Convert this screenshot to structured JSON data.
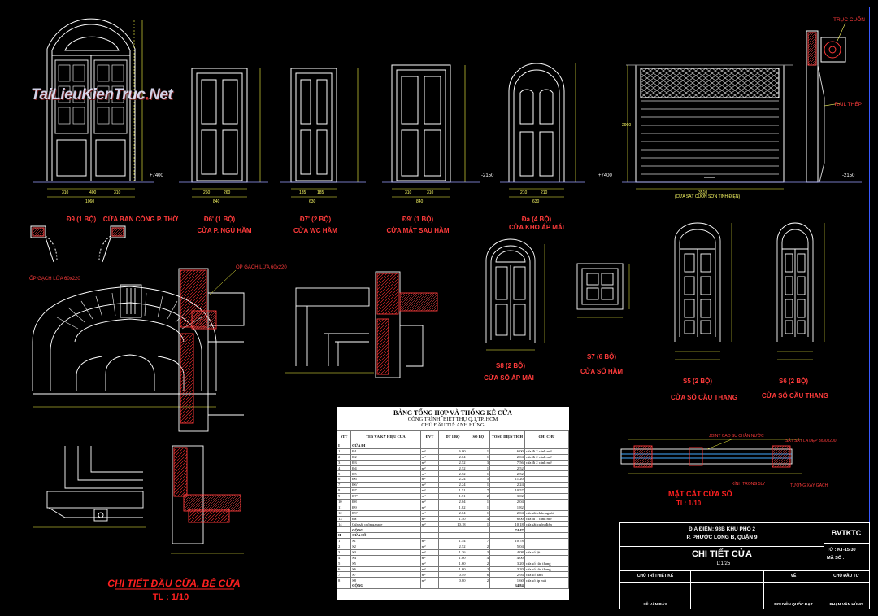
{
  "watermark": {
    "brand_a": "TaiLieuKienTruc",
    "brand_dot": ".",
    "brand_b": "Net"
  },
  "doors": [
    {
      "code": "Đ9 (1 BỘ)",
      "name": "CỬA BAN CÔNG P. THỜ"
    },
    {
      "code": "Đ6' (1 BỘ)",
      "name": "CỬA P. NGỦ HẦM"
    },
    {
      "code": "Đ7' (2 BỘ)",
      "name": "CỬA WC HẦM"
    },
    {
      "code": "Đ9' (1 BỘ)",
      "name": "CỬA MẶT SAU HẦM"
    },
    {
      "code": "Đa (4 BỘ)",
      "name": "CỬA KHO ÁP MÁI"
    }
  ],
  "rolling_door": {
    "caption": "(CỬA SẮT CUỐN SƠN TĨNH ĐIỆN)",
    "truc_cuon": "TRỤC CUỐN",
    "rail": "RAIL THÉP",
    "width": "3510",
    "height": "2900"
  },
  "elevations": {
    "e1": "+7400",
    "e2": "-2150",
    "e3": "+7400",
    "e4": "-2150"
  },
  "windows": [
    {
      "code": "S8 (2 BỘ)",
      "name": "CỬA SỔ ÁP MÁI"
    },
    {
      "code": "S7 (6 BỘ)",
      "name": "CỬA SỔ HẦM"
    },
    {
      "code": "S5 (2 BỘ)",
      "name": "CỬA SỔ CẦU THANG"
    },
    {
      "code": "S6 (2 BỘ)",
      "name": "CỬA SỔ CẦU THANG"
    }
  ],
  "details": {
    "op_gach_1": "ỐP GẠCH LỬA 60x220",
    "op_gach_2": "ỐP GẠCH LỬA 60x220",
    "head_title": "CHI TIẾT ĐẦU CỬA, BỆ CỬA",
    "head_scale": "TL : 1/10",
    "section_title": "MẶT CẮT CỬA SỔ",
    "section_scale": "TL: 1/10",
    "sec_note1": "JOINT CAO SU CHẮN NƯỚC",
    "sec_note2": "SẮT SẮT LA DẸP 3x30x200",
    "sec_note3": "KÍNH TRONG 5LY",
    "sec_note4": "TƯỜNG XÂY GẠCH"
  },
  "schedule": {
    "title": "BẢNG TỔNG HỢP VÀ THỐNG KÊ CỬA",
    "project": "CÔNG TRÌNH: BIỆT THỰ Q.1,TP. HCM",
    "owner": "CHỦ ĐẦU TƯ: ANH HÙNG",
    "headers": [
      "STT",
      "TÊN VÀ KÝ HIỆU CỬA",
      "ĐVT",
      "DT 1 BỘ",
      "SỐ BỘ",
      "TỔNG DIỆN TÍCH",
      "GHI CHÚ"
    ],
    "rows": [
      [
        "I",
        "CỬA ĐI",
        "",
        "",
        "",
        "",
        ""
      ],
      [
        "1",
        "Đ1",
        "m²",
        "6.00",
        "1",
        "6.00",
        "cửa đi 2 cánh mở"
      ],
      [
        "2",
        "Đ2",
        "m²",
        "2.04",
        "1",
        "2.04",
        "cửa đi 2 cánh mở"
      ],
      [
        "3",
        "Đ3",
        "m²",
        "2.52",
        "3",
        "7.56",
        "cửa đi 2 cánh mở"
      ],
      [
        "4",
        "Đ4",
        "m²",
        "2.52",
        "1",
        "2.52",
        ""
      ],
      [
        "5",
        "Đ5",
        "m²",
        "2.52",
        "1",
        "2.52",
        ""
      ],
      [
        "6",
        "Đ6",
        "m²",
        "2.24",
        "5",
        "11.20",
        ""
      ],
      [
        "7",
        "Đ6'",
        "m²",
        "2.24",
        "1",
        "2.24",
        ""
      ],
      [
        "8",
        "Đ7",
        "m²",
        "1.51",
        "7",
        "10.57",
        ""
      ],
      [
        "9",
        "Đ7'",
        "m²",
        "1.51",
        "2",
        "3.02",
        ""
      ],
      [
        "10",
        "Đ8",
        "m²",
        "2.04",
        "1",
        "2.04",
        ""
      ],
      [
        "11",
        "Đ9",
        "m²",
        "1.82",
        "1",
        "1.82",
        ""
      ],
      [
        "12",
        "Đ9'",
        "m²",
        "2.04",
        "1",
        "2.04",
        "cửa sắt chấn ngoài"
      ],
      [
        "13",
        "Đa",
        "m²",
        "1.50",
        "4",
        "6.00",
        "cửa đi 1 cánh mở"
      ],
      [
        "14",
        "Cửa sắt cuốn garage",
        "m²",
        "10.18",
        "1",
        "10.18",
        "cửa sắt cuốn điện"
      ],
      [
        "",
        "CỘNG",
        "",
        "",
        "",
        "74.47",
        ""
      ],
      [
        "II",
        "CỬA SỔ",
        "",
        "",
        "",
        "",
        ""
      ],
      [
        "1",
        "S1",
        "m²",
        "1.54",
        "7",
        "10.78",
        ""
      ],
      [
        "2",
        "S2",
        "m²",
        "2.52",
        "2",
        "5.04",
        ""
      ],
      [
        "3",
        "S3",
        "m²",
        "1.36",
        "3",
        "4.08",
        "cửa sổ lật"
      ],
      [
        "4",
        "S4",
        "m²",
        "1.00",
        "4",
        "4.00",
        ""
      ],
      [
        "5",
        "S5",
        "m²",
        "1.60",
        "2",
        "3.20",
        "cửa sổ cầu thang"
      ],
      [
        "6",
        "S6",
        "m²",
        "1.60",
        "2",
        "3.20",
        "cửa sổ cầu thang"
      ],
      [
        "7",
        "S7",
        "m²",
        "0.49",
        "6",
        "2.94",
        "cửa sổ hầm"
      ],
      [
        "8",
        "S8",
        "m²",
        "0.80",
        "2",
        "1.60",
        "cửa sổ áp mái"
      ],
      [
        "",
        "CỘNG",
        "",
        "",
        "",
        "34.84",
        ""
      ]
    ]
  },
  "title_block": {
    "address1": "ĐỊA ĐIỂM: 93B KHU PHỐ 2",
    "address2": "P. PHƯỚC LONG B, QUẬN 9",
    "company": "BVTKTC",
    "drawing_title": "CHI TIẾT CỬA",
    "scale": "TL:1/25",
    "sheet_no": "TỜ : KT-15/30",
    "code": "MÃ SỐ :",
    "role1": "CHỦ TRÌ THIẾT KẾ",
    "role2": "VẼ",
    "role3": "CHỦ ĐẦU TƯ",
    "name1": "LÊ VĂN BẢY",
    "name2": "NGUYỄN QUỐC ĐẠT",
    "name3": "PHẠM VĂN HÙNG"
  }
}
